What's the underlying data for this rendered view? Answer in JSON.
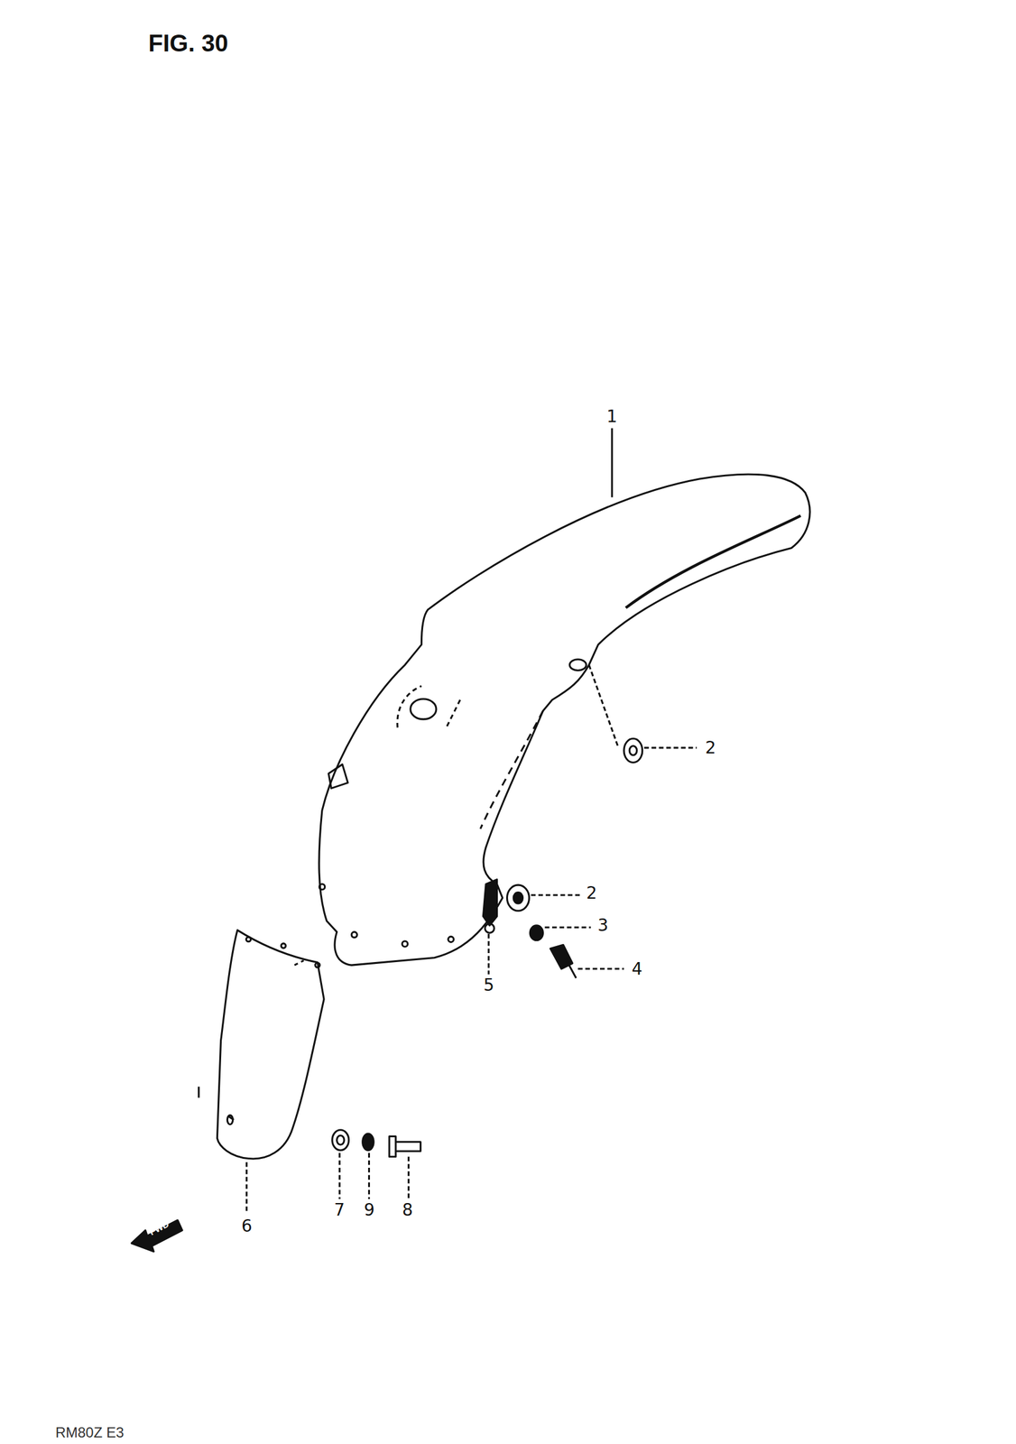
{
  "diagram": {
    "title": "FIG. 30",
    "labels": [
      "1",
      "2",
      "2",
      "3",
      "4",
      "5",
      "6",
      "7",
      "9",
      "8",
      "FWD",
      "RM80Z E3"
    ]
  }
}
